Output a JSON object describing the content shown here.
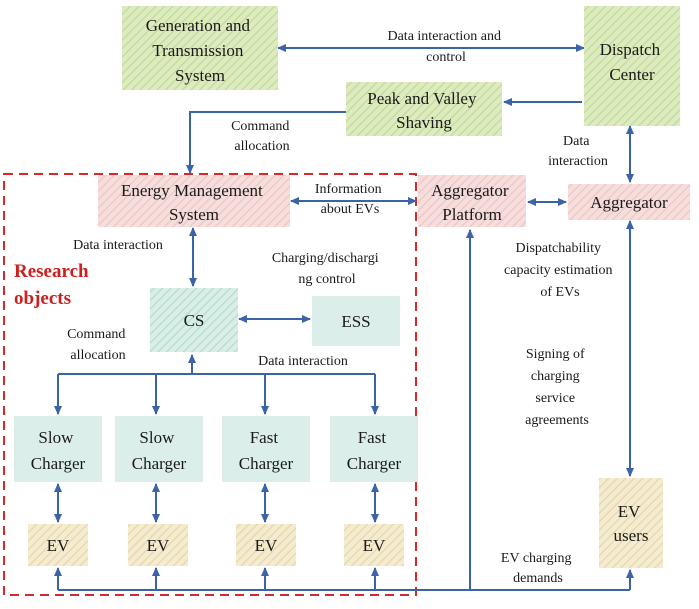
{
  "nodes": {
    "generation": {
      "lines": [
        "Generation and",
        "Transmission",
        "System"
      ]
    },
    "dispatch": {
      "lines": [
        "Dispatch",
        "Center"
      ]
    },
    "peak_valley": {
      "lines": [
        "Peak and Valley",
        "Shaving"
      ]
    },
    "ems": {
      "lines": [
        "Energy Management",
        "System"
      ]
    },
    "aggregator_platform": {
      "lines": [
        "Aggregator",
        "Platform"
      ]
    },
    "aggregator": {
      "lines": [
        "Aggregator"
      ]
    },
    "cs": {
      "lines": [
        "CS"
      ]
    },
    "ess": {
      "lines": [
        "ESS"
      ]
    },
    "charger_1": {
      "lines": [
        "Slow",
        "Charger"
      ]
    },
    "charger_2": {
      "lines": [
        "Slow",
        "Charger"
      ]
    },
    "charger_3": {
      "lines": [
        "Fast",
        "Charger"
      ]
    },
    "charger_4": {
      "lines": [
        "Fast",
        "Charger"
      ]
    },
    "ev_1": {
      "lines": [
        "EV"
      ]
    },
    "ev_2": {
      "lines": [
        "EV"
      ]
    },
    "ev_3": {
      "lines": [
        "EV"
      ]
    },
    "ev_4": {
      "lines": [
        "EV"
      ]
    },
    "ev_users": {
      "lines": [
        "EV",
        "users"
      ]
    }
  },
  "labels": {
    "data_interaction_control": [
      "Data interaction and",
      "control"
    ],
    "command_allocation_top": [
      "Command",
      "allocation"
    ],
    "data_interaction_dispatch": [
      "Data",
      "interaction"
    ],
    "information_about_evs": [
      "Information",
      "about EVs"
    ],
    "data_interaction_ems": [
      "Data interaction"
    ],
    "charging_discharging_control": [
      "Charging/dischargi",
      "ng control"
    ],
    "dispatchability": [
      "Dispatchability",
      "capacity estimation",
      "of EVs"
    ],
    "command_allocation_cs": [
      "Command",
      "allocation"
    ],
    "data_interaction_chargers": [
      "Data interaction"
    ],
    "signing_agreements": [
      "Signing of",
      "charging",
      "service",
      "agreements"
    ],
    "ev_charging_demands": [
      "EV charging",
      "demands"
    ],
    "research_objects": [
      "Research",
      "objects"
    ]
  },
  "colors": {
    "green_fill": "#dcebc0",
    "green_hatch": "#c3da95",
    "pink_fill": "#f6dedd",
    "pink_hatch": "#ecc6c4",
    "teal_fill": "#d8eee6",
    "teal_hatch": "#b5dccd",
    "light_teal_fill": "#dceee9",
    "cream_fill": "#f4ebd0",
    "cream_hatch": "#e6d7a9",
    "arrow": "#3b64a8",
    "research_border": "#d62a2a",
    "research_text": "#cc1f1f"
  }
}
